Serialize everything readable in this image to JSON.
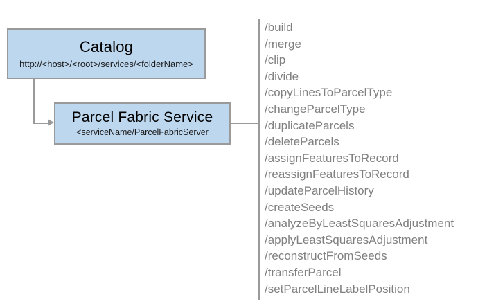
{
  "diagram": {
    "nodes": {
      "catalog": {
        "title": "Catalog",
        "subtitle": "http://<host>/<root>/services/<folderName>"
      },
      "service": {
        "title": "Parcel Fabric Service",
        "subtitle": "<serviceName/ParcelFabricServer"
      }
    },
    "operations": [
      "/build",
      "/merge",
      "/clip",
      "/divide",
      "/copyLinesToParcelType",
      "/changeParcelType",
      "/duplicateParcels",
      "/deleteParcels",
      "/assignFeaturesToRecord",
      "/reassignFeaturesToRecord",
      "/updateParcelHistory",
      "/createSeeds",
      "/analyzeByLeastSquaresAdjustment",
      "/applyLeastSquaresAdjustment",
      "/reconstructFromSeeds",
      "/transferParcel",
      "/setParcelLineLabelPosition"
    ],
    "colors": {
      "node_fill": "#bdd7ee",
      "node_border": "#9a9a9a",
      "connector": "#9a9a9a",
      "operation_text": "#808080",
      "title_text": "#000000",
      "background": "#ffffff"
    }
  }
}
